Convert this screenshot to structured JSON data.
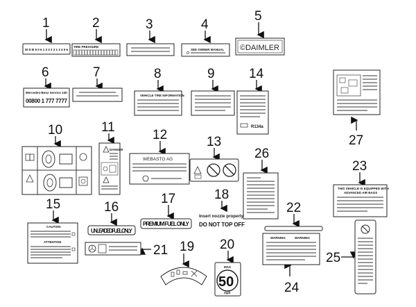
{
  "callouts": [
    "1",
    "2",
    "3",
    "4",
    "5",
    "6",
    "7",
    "8",
    "9",
    "14",
    "27",
    "10",
    "11",
    "12",
    "13",
    "26",
    "23",
    "15",
    "16",
    "17",
    "18",
    "22",
    "21",
    "19",
    "20",
    "25",
    "24"
  ],
  "labels": {
    "vin": "WDB9061332313456",
    "tire_pressure_header": "TIRE PRESSURE",
    "warning_text": "SEE OWNER MANUAL",
    "brand": "©DAIMLER",
    "service_title": "Mercedes-Benz Service 24h",
    "service_number": "00800 1 777 7777",
    "tire_info": "VEHICLE TIRE INFORMATION",
    "refrigerant": "R134a",
    "warning_label": "DANGER",
    "webasto": "WEBASTO AG",
    "airbag_line1": "THIS VEHICLE IS EQUIPPED WITH",
    "airbag_line2": "ADVANCED AIR BAGS",
    "caution": "CAUTION",
    "attention": "ATTENTION",
    "unleaded": "UNLEADED FUEL ONLY",
    "premium": "PREMIUM FUEL ONLY",
    "insert_nozzle": "Insert nozzle properly",
    "do_not_top_off": "DO NOT TOP OFF",
    "warning_left": "WARNING",
    "warning_right": "WARNING",
    "max_label": "MAX",
    "speed": "50",
    "speed_unit": "mph"
  }
}
